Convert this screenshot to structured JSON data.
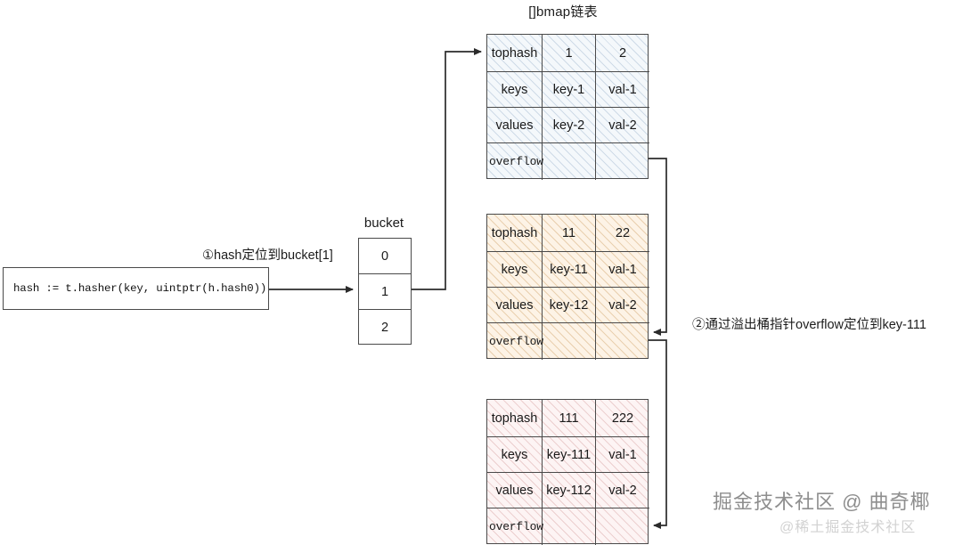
{
  "title": "[]bmap链表",
  "code_box": {
    "code": "hash := t.hasher(key, uintptr(h.hash0))"
  },
  "bucket": {
    "label": "bucket",
    "indices": [
      "0",
      "1",
      "2"
    ]
  },
  "annotations": {
    "step1": "①hash定位到bucket[1]",
    "step2": "②通过溢出桶指针overflow定位到key-111"
  },
  "tables": [
    {
      "name": "bmap-1",
      "fill": "hatch-blue",
      "rows": [
        {
          "label": "tophash",
          "col2": "1",
          "col3": "2"
        },
        {
          "label": "keys",
          "col2": "key-1",
          "col3": "val-1"
        },
        {
          "label": "values",
          "col2": "key-2",
          "col3": "val-2"
        },
        {
          "label": "overflow",
          "col2": "",
          "col3": ""
        }
      ]
    },
    {
      "name": "bmap-2",
      "fill": "hatch-orange",
      "rows": [
        {
          "label": "tophash",
          "col2": "11",
          "col3": "22"
        },
        {
          "label": "keys",
          "col2": "key-11",
          "col3": "val-1"
        },
        {
          "label": "values",
          "col2": "key-12",
          "col3": "val-2"
        },
        {
          "label": "overflow",
          "col2": "",
          "col3": ""
        }
      ]
    },
    {
      "name": "bmap-3",
      "fill": "hatch-pink",
      "rows": [
        {
          "label": "tophash",
          "col2": "111",
          "col3": "222"
        },
        {
          "label": "keys",
          "col2": "key-111",
          "col3": "val-1"
        },
        {
          "label": "values",
          "col2": "key-112",
          "col3": "val-2"
        },
        {
          "label": "overflow",
          "col2": "",
          "col3": ""
        }
      ]
    }
  ],
  "watermark": {
    "main": "掘金技术社区 @ 曲奇椰",
    "sub": "@稀土掘金技术社区"
  },
  "colors": {
    "stroke": "#4a4a4a",
    "text": "#1c1c1c",
    "blue_fill": "#f4f8fb",
    "orange_fill": "#fdf3e6",
    "pink_fill": "#fdf4f4"
  }
}
